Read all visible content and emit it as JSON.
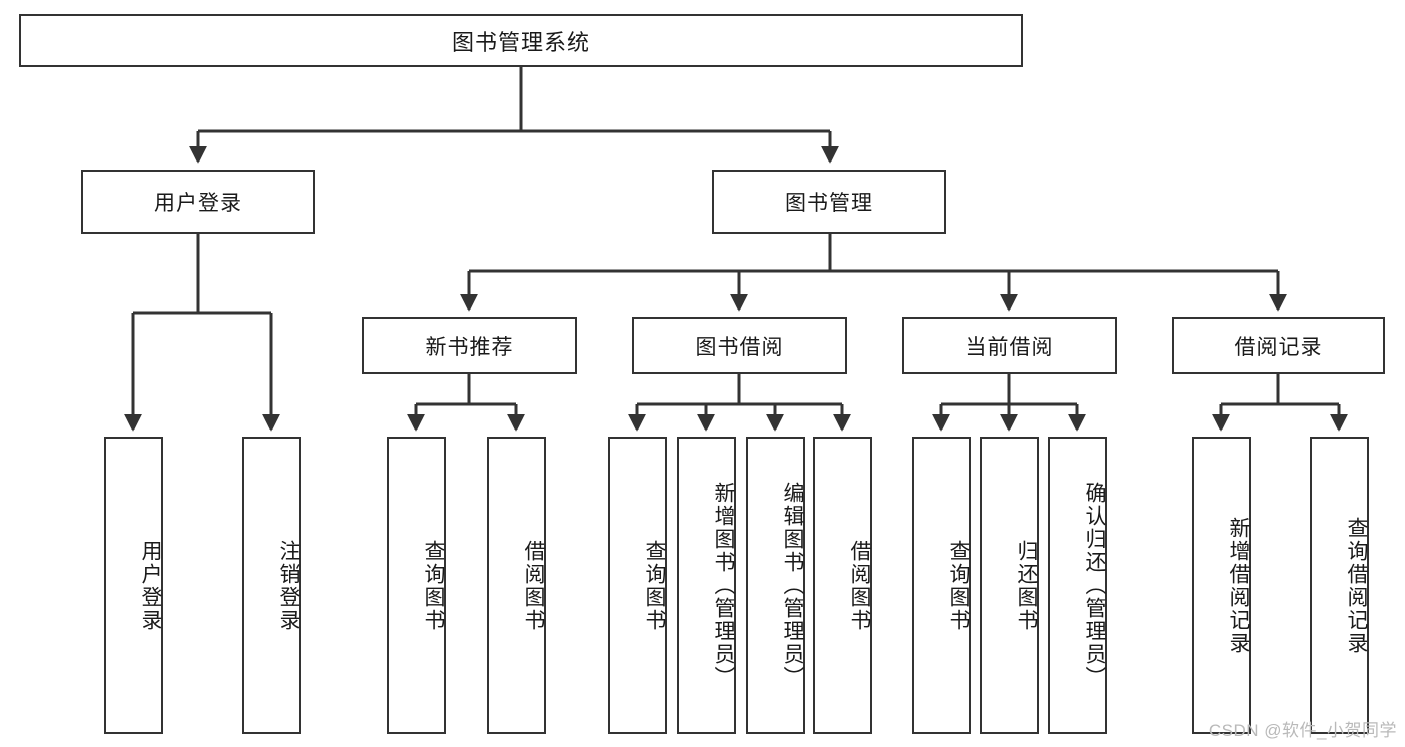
{
  "diagram": {
    "title": "图书管理系统",
    "type": "hierarchy-tree",
    "watermark": "CSDN @软件_小贺同学",
    "colors": {
      "box_border": "#333333",
      "box_fill": "#ffffff",
      "connector": "#333333",
      "text": "#1a1a1a",
      "watermark": "#b9b9b9"
    },
    "nodes": {
      "root": {
        "label": "图书管理系统"
      },
      "level2": [
        {
          "id": "user-login",
          "label": "用户登录"
        },
        {
          "id": "book-manage",
          "label": "图书管理"
        }
      ],
      "level3": [
        {
          "id": "new-book-recommend",
          "label": "新书推荐"
        },
        {
          "id": "book-borrow",
          "label": "图书借阅"
        },
        {
          "id": "current-borrow",
          "label": "当前借阅"
        },
        {
          "id": "borrow-record",
          "label": "借阅记录"
        }
      ],
      "leaves": {
        "user-login": [
          {
            "id": "leaf-user-login",
            "label": "用户登录"
          },
          {
            "id": "leaf-user-logout",
            "label": "注销登录"
          }
        ],
        "new-book-recommend": [
          {
            "id": "leaf-query-book-1",
            "label": "查询图书"
          },
          {
            "id": "leaf-borrow-book-1",
            "label": "借阅图书"
          }
        ],
        "book-borrow": [
          {
            "id": "leaf-query-book-2",
            "label": "查询图书"
          },
          {
            "id": "leaf-add-book-admin",
            "label": "新增图书（管理员）"
          },
          {
            "id": "leaf-edit-book-admin",
            "label": "编辑图书（管理员）"
          },
          {
            "id": "leaf-borrow-book-2",
            "label": "借阅图书"
          }
        ],
        "current-borrow": [
          {
            "id": "leaf-query-book-3",
            "label": "查询图书"
          },
          {
            "id": "leaf-return-book",
            "label": "归还图书"
          },
          {
            "id": "leaf-confirm-return-admin",
            "label": "确认归还（管理员）"
          }
        ],
        "borrow-record": [
          {
            "id": "leaf-add-borrow-record",
            "label": "新增借阅记录"
          },
          {
            "id": "leaf-query-borrow-record",
            "label": "查询借阅记录"
          }
        ]
      }
    }
  }
}
